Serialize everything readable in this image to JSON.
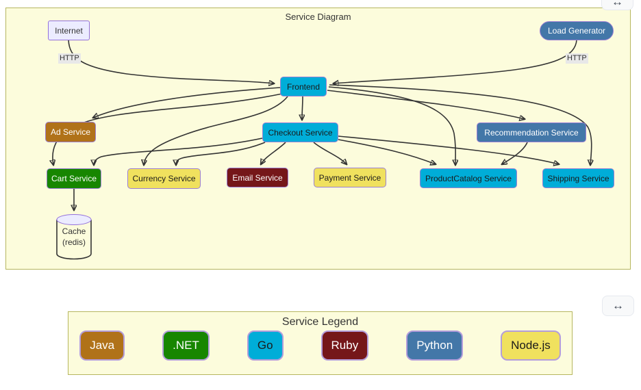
{
  "diagram": {
    "title": "Service Diagram",
    "expand_icon": "↔",
    "nodes": [
      {
        "id": "internet",
        "label": "Internet",
        "tech": "external"
      },
      {
        "id": "load-generator",
        "label": "Load Generator",
        "tech": "python"
      },
      {
        "id": "frontend",
        "label": "Frontend",
        "tech": "go"
      },
      {
        "id": "ad-service",
        "label": "Ad Service",
        "tech": "java"
      },
      {
        "id": "checkout-service",
        "label": "Checkout Service",
        "tech": "go"
      },
      {
        "id": "recommendation-service",
        "label": "Recommendation Service",
        "tech": "python"
      },
      {
        "id": "cart-service",
        "label": "Cart Service",
        "tech": "dotnet"
      },
      {
        "id": "currency-service",
        "label": "Currency Service",
        "tech": "nodejs"
      },
      {
        "id": "email-service",
        "label": "Email Service",
        "tech": "ruby"
      },
      {
        "id": "payment-service",
        "label": "Payment Service",
        "tech": "nodejs"
      },
      {
        "id": "product-catalog-service",
        "label": "ProductCatalog Service",
        "tech": "go"
      },
      {
        "id": "shipping-service",
        "label": "Shipping Service",
        "tech": "go"
      },
      {
        "id": "cache",
        "label_lines": [
          "Cache",
          "(redis)"
        ],
        "tech": "external",
        "shape": "cylinder"
      }
    ],
    "edges": [
      {
        "from": "Internet",
        "to": "Frontend",
        "label": "HTTP"
      },
      {
        "from": "Load Generator",
        "to": "Frontend",
        "label": "HTTP"
      },
      {
        "from": "Frontend",
        "to": "Ad Service"
      },
      {
        "from": "Frontend",
        "to": "Checkout Service"
      },
      {
        "from": "Frontend",
        "to": "Cart Service"
      },
      {
        "from": "Frontend",
        "to": "Currency Service"
      },
      {
        "from": "Frontend",
        "to": "Recommendation Service"
      },
      {
        "from": "Frontend",
        "to": "ProductCatalog Service"
      },
      {
        "from": "Frontend",
        "to": "Shipping Service"
      },
      {
        "from": "Checkout Service",
        "to": "Cart Service"
      },
      {
        "from": "Checkout Service",
        "to": "Currency Service"
      },
      {
        "from": "Checkout Service",
        "to": "Email Service"
      },
      {
        "from": "Checkout Service",
        "to": "Payment Service"
      },
      {
        "from": "Checkout Service",
        "to": "ProductCatalog Service"
      },
      {
        "from": "Checkout Service",
        "to": "Shipping Service"
      },
      {
        "from": "Recommendation Service",
        "to": "ProductCatalog Service"
      },
      {
        "from": "Cart Service",
        "to": "Cache (redis)"
      }
    ]
  },
  "legend": {
    "title": "Service Legend",
    "expand_icon": "↔",
    "items": [
      {
        "label": "Java",
        "color": "#b07219",
        "text_color": "#ffffff"
      },
      {
        "label": ".NET",
        "color": "#178600",
        "text_color": "#ffffff"
      },
      {
        "label": "Go",
        "color": "#00ADD8",
        "text_color": "#1a1a1a"
      },
      {
        "label": "Ruby",
        "color": "#751719",
        "text_color": "#ffffff"
      },
      {
        "label": "Python",
        "color": "#4377a8",
        "text_color": "#ffffff"
      },
      {
        "label": "Node.js",
        "color": "#f0e15e",
        "text_color": "#1a1a1a"
      }
    ]
  },
  "colors": {
    "panel_background": "#fcfcdc",
    "panel_border": "#b6b65e",
    "edge": "#333333",
    "edge_label_background": "#e8e8e8",
    "node_border": "#9b7fd4",
    "external_node_fill": "#ECECFF"
  }
}
